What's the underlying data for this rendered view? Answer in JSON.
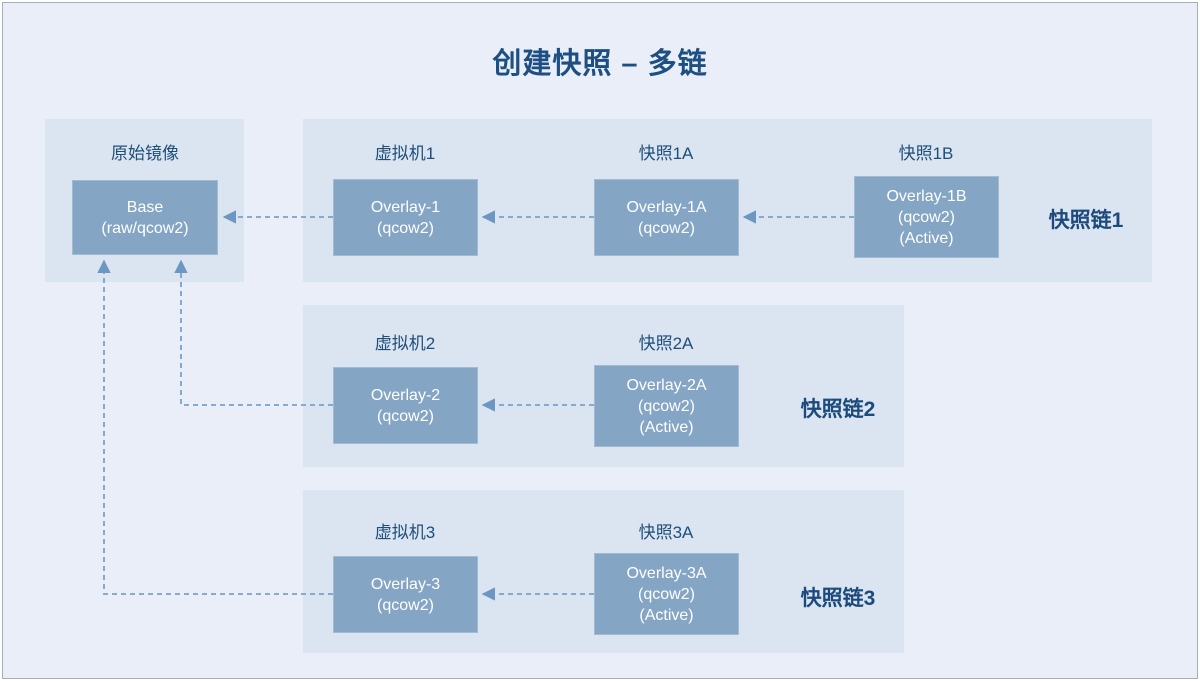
{
  "title": "创建快照 – 多链",
  "source_panel": {
    "label": "原始镜像",
    "box": {
      "lines": [
        "Base",
        "(raw/qcow2)"
      ]
    }
  },
  "chains": [
    {
      "name": "快照链1",
      "nodes": [
        {
          "label": "虚拟机1",
          "box": {
            "lines": [
              "Overlay-1",
              "(qcow2)"
            ]
          }
        },
        {
          "label": "快照1A",
          "box": {
            "lines": [
              "Overlay-1A",
              "(qcow2)"
            ]
          }
        },
        {
          "label": "快照1B",
          "box": {
            "lines": [
              "Overlay-1B",
              "(qcow2)",
              "(Active)"
            ]
          }
        }
      ]
    },
    {
      "name": "快照链2",
      "nodes": [
        {
          "label": "虚拟机2",
          "box": {
            "lines": [
              "Overlay-2",
              "(qcow2)"
            ]
          }
        },
        {
          "label": "快照2A",
          "box": {
            "lines": [
              "Overlay-2A",
              "(qcow2)",
              "(Active)"
            ]
          }
        }
      ]
    },
    {
      "name": "快照链3",
      "nodes": [
        {
          "label": "虚拟机3",
          "box": {
            "lines": [
              "Overlay-3",
              "(qcow2)"
            ]
          }
        },
        {
          "label": "快照3A",
          "box": {
            "lines": [
              "Overlay-3A",
              "(qcow2)",
              "(Active)"
            ]
          }
        }
      ]
    }
  ],
  "edges": [
    {
      "from": "Overlay-1",
      "to": "Base"
    },
    {
      "from": "Overlay-1A",
      "to": "Overlay-1"
    },
    {
      "from": "Overlay-1B",
      "to": "Overlay-1A"
    },
    {
      "from": "Overlay-2",
      "to": "Base"
    },
    {
      "from": "Overlay-2A",
      "to": "Overlay-2"
    },
    {
      "from": "Overlay-3",
      "to": "Base"
    },
    {
      "from": "Overlay-3A",
      "to": "Overlay-3"
    }
  ],
  "colors": {
    "background": "#e9eef8",
    "panel": "#dae5f1",
    "node_fill": "#84a5c4",
    "node_text": "#ffffff",
    "label_text": "#1f4e79",
    "arrow": "#7ba1c7"
  }
}
